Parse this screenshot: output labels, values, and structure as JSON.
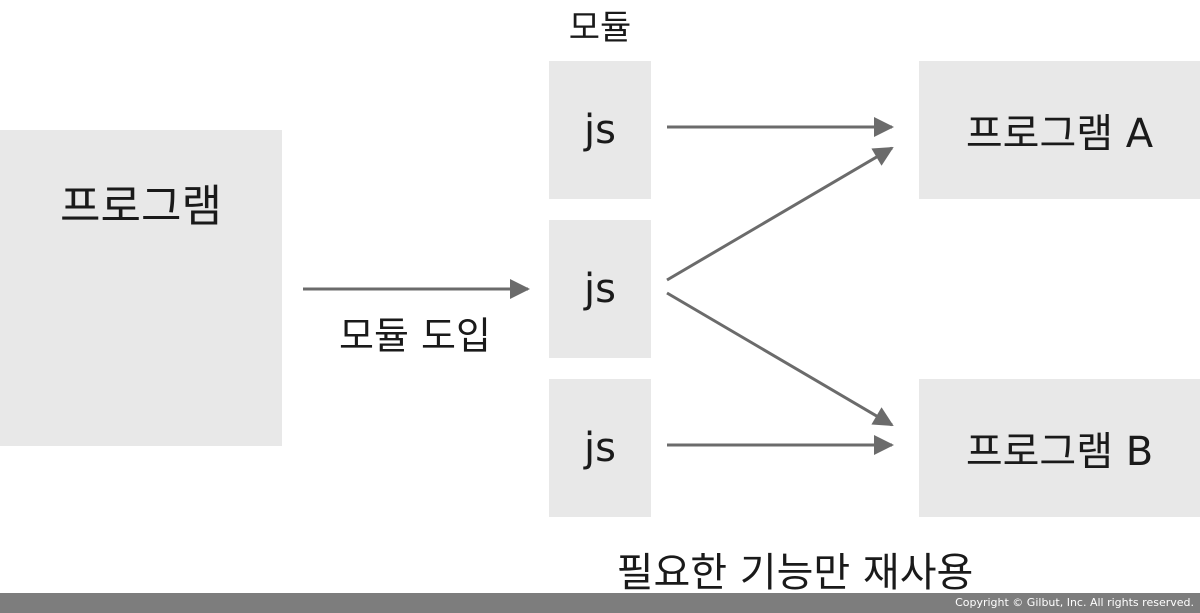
{
  "program": {
    "title": "프로그램"
  },
  "module_label": "모듈",
  "intro_label": "모듈 도입",
  "modules": [
    {
      "label": "js"
    },
    {
      "label": "js"
    },
    {
      "label": "js"
    }
  ],
  "programs": {
    "a": "프로그램 A",
    "b": "프로그램 B"
  },
  "reuse_label": "필요한 기능만 재사용",
  "footer": {
    "copyright": "Copyright © Gilbut, Inc. All rights reserved."
  },
  "colors": {
    "box_fill": "#e8e8e8",
    "arrow": "#6b6b6b",
    "footer_bar": "#7d7d7d"
  }
}
